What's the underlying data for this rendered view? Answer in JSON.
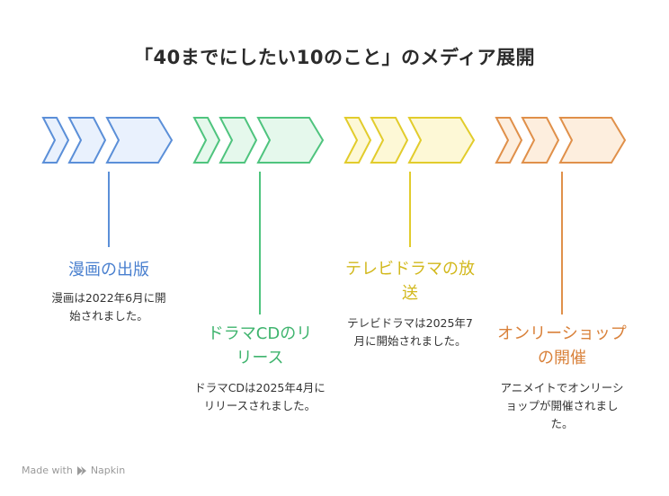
{
  "title": "「40までにしたい10のこと」のメディア展開",
  "colors": {
    "blue": {
      "stroke": "#5b8fd8",
      "fill": "#e9f1fd",
      "text": "#4a80cf"
    },
    "green": {
      "stroke": "#4fc47e",
      "fill": "#e5f8ec",
      "text": "#3fb46e"
    },
    "yellow": {
      "stroke": "#e2cc2c",
      "fill": "#fdf8d6",
      "text": "#d2b81c"
    },
    "orange": {
      "stroke": "#e0904a",
      "fill": "#fdeede",
      "text": "#d9813a"
    }
  },
  "stages": [
    {
      "color": "blue",
      "heading": "漫画の出版",
      "description": "漫画は2022年6月に開始されました。"
    },
    {
      "color": "green",
      "heading": "ドラマCDのリリース",
      "description": "ドラマCDは2025年4月にリリースされました。"
    },
    {
      "color": "yellow",
      "heading": "テレビドラマの放送",
      "description": "テレビドラマは2025年7月に開始されました。"
    },
    {
      "color": "orange",
      "heading": "オンリーショップの開催",
      "description": "アニメイトでオンリーショップが開催されました。"
    }
  ],
  "credit": {
    "text": "Made with",
    "brand": "Napkin",
    "icon": "napkin-logo-icon"
  }
}
